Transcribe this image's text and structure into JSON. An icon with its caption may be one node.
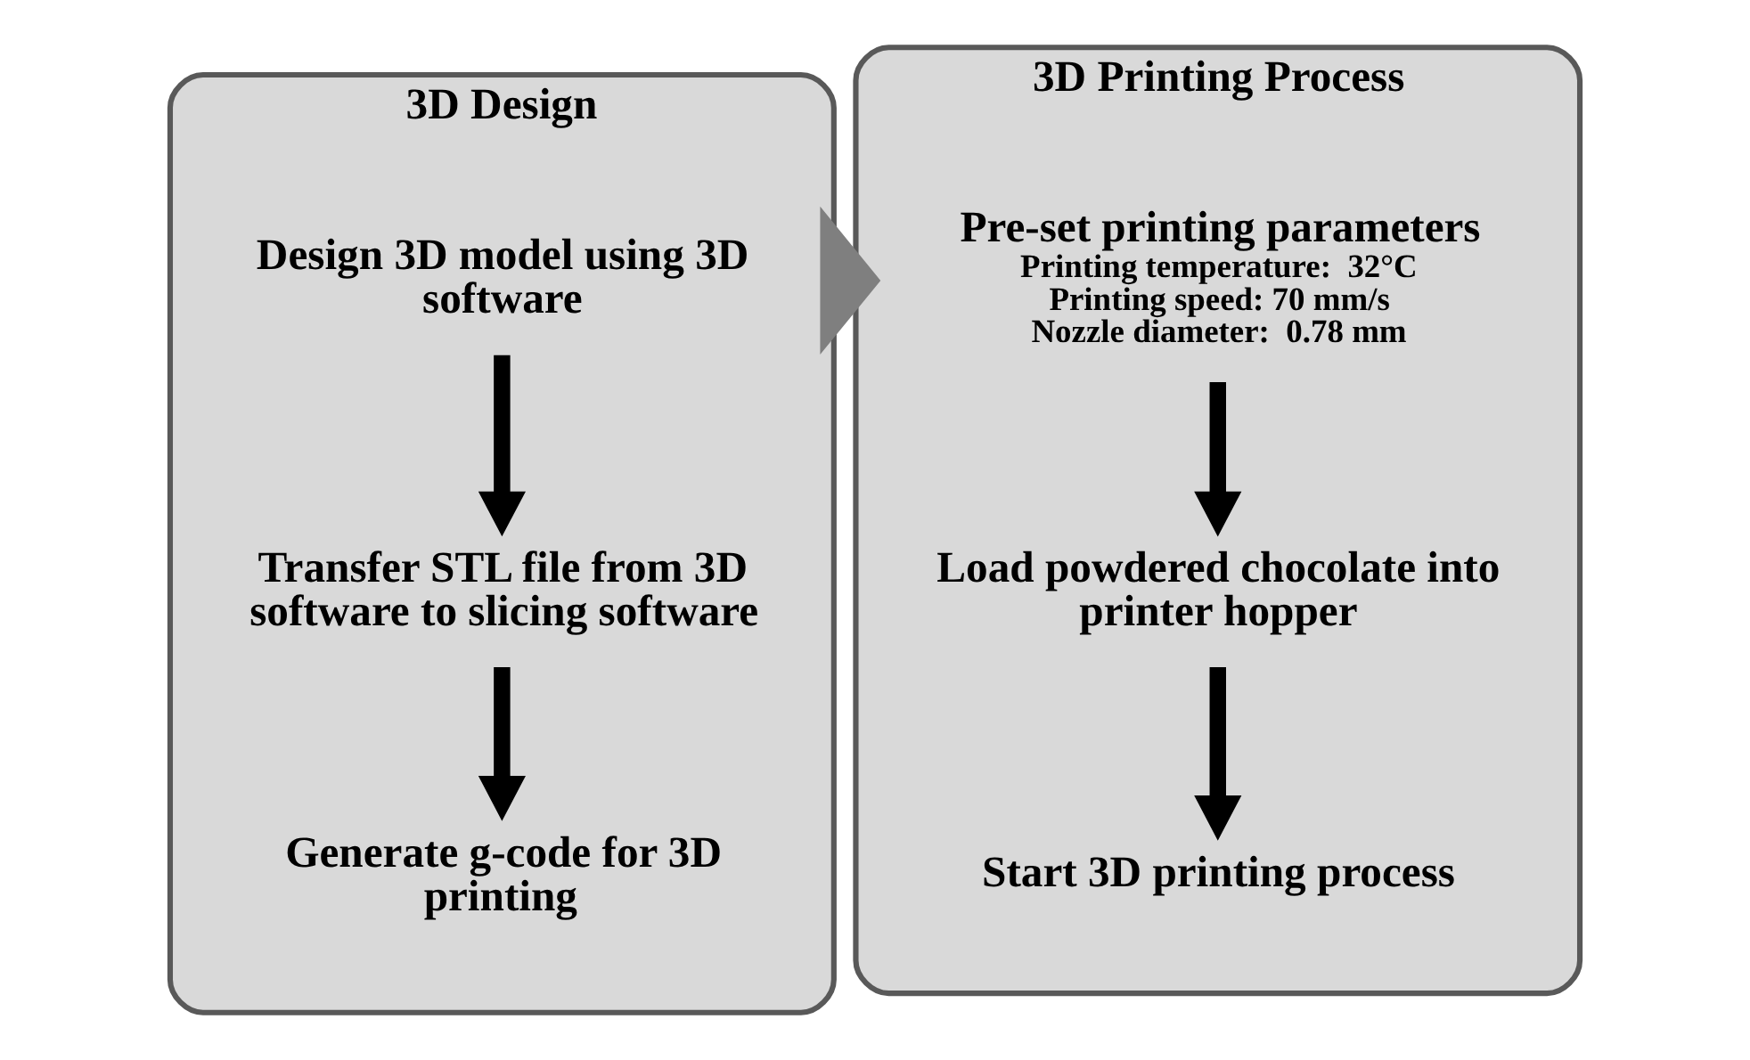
{
  "diagram": {
    "nodes": [
      {
        "text": [
          "3D Design"
        ]
      },
      {
        "text": [
          "Design 3D model using 3D software"
        ],
        "in": 0
      },
      {
        "text": [
          "Transfer STL file from 3D software to slicing software"
        ],
        "in": 0
      },
      {
        "text": [
          "Generate g-code for 3D printing"
        ],
        "in": 0
      },
      {
        "text": [
          "3D Printing Process"
        ]
      },
      {
        "text": [
          "Pre-set printing parameters",
          "Printing temperature:  32°C",
          "Printing speed: 70 mm/s",
          "Nozzle diameter:  0.78 mm"
        ],
        "in": 4
      },
      {
        "text": [
          "Load powdered chocolate into printer hopper"
        ],
        "in": 4
      },
      {
        "text": [
          "Start 3D printing process"
        ],
        "in": 4
      }
    ],
    "edges": [
      {
        "from": 1,
        "to": 2,
        "arrow": "to"
      },
      {
        "from": 2,
        "to": 3,
        "arrow": "to"
      },
      {
        "from": 0,
        "to": 4,
        "arrow": "to",
        "style": "thick",
        "color": "#7f7f7f"
      },
      {
        "from": 5,
        "to": 6,
        "arrow": "to"
      },
      {
        "from": 6,
        "to": 7,
        "arrow": "to"
      }
    ]
  }
}
